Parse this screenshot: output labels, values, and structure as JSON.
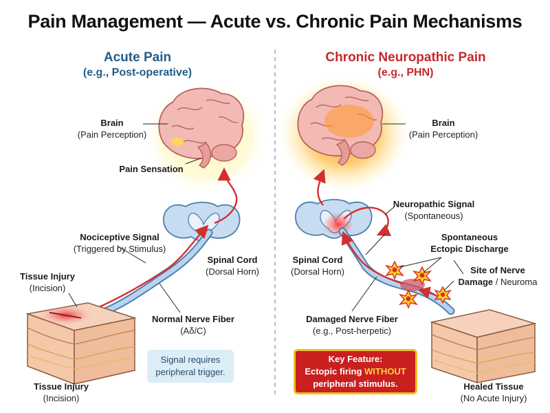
{
  "title": "Pain Management — Acute vs. Chronic Pain Mechanisms",
  "acute": {
    "heading": "Acute Pain",
    "subheading": "(e.g., Post-operative)",
    "brain_label": "Brain",
    "brain_sub": "(Pain Perception)",
    "pain_sensation": "Pain Sensation",
    "nociceptive_signal": "Nociceptive Signal",
    "nociceptive_sub": "(Triggered by Stimulus)",
    "spinal_cord": "Spinal Cord",
    "spinal_sub": "(Dorsal Horn)",
    "tissue_injury_top": "Tissue Injury",
    "tissue_injury_top_sub": "(Incision)",
    "nerve_fiber": "Normal Nerve Fiber",
    "nerve_fiber_sub": "(Aδ/C)",
    "note_line1": "Signal requires",
    "note_line2": "peripheral trigger.",
    "tissue_injury_bottom": "Tissue Injury",
    "tissue_injury_bottom_sub": "(Incision)"
  },
  "chronic": {
    "heading": "Chronic Neuropathic Pain",
    "subheading": "(e.g., PHN)",
    "brain_label": "Brain",
    "brain_sub": "(Pain Perception)",
    "neuropathic_signal": "Neuropathic Signal",
    "neuropathic_sub": "(Spontaneous)",
    "spontaneous_line1": "Spontaneous",
    "spontaneous_line2": "Ectopic Discharge",
    "spinal_cord": "Spinal Cord",
    "spinal_sub": "(Dorsal Horn)",
    "site_line1": "Site of Nerve",
    "site_line2_bold": "Damage",
    "site_line2_rest": " / Neuroma",
    "damaged_fiber": "Damaged Nerve Fiber",
    "damaged_fiber_sub": "(e.g., Post-herpetic)",
    "key_title": "Key Feature:",
    "key_line2_pre": "Ectopic firing ",
    "key_line2_hl": "WITHOUT",
    "key_line3": "peripheral stimulus.",
    "healed": "Healed Tissue",
    "healed_sub": "(No Acute Injury)"
  },
  "colors": {
    "acute_accent": "#1f5d8c",
    "chronic_accent": "#c62828",
    "signal_red": "#d32f2f",
    "nerve_blue": "#8fb8dc",
    "brain_pink": "#f2b8b4",
    "glow_yellow": "#fff3a8"
  }
}
